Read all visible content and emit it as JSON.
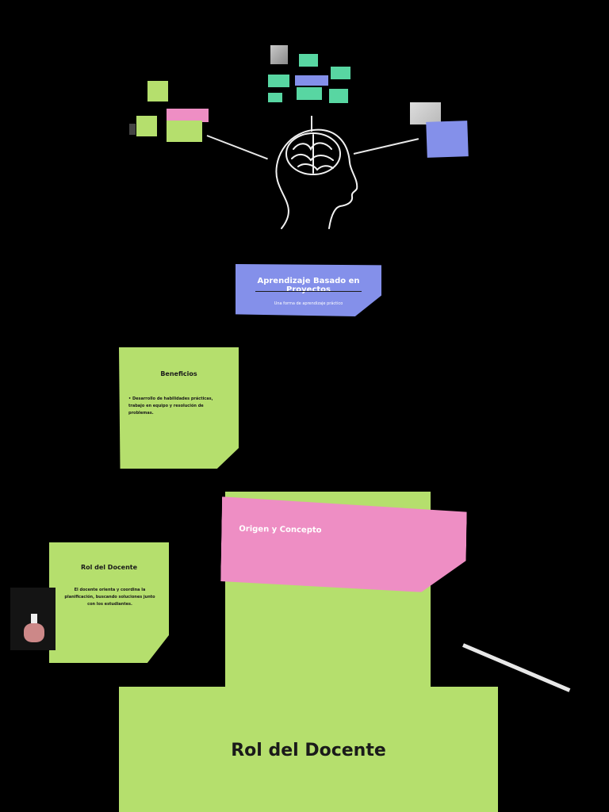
{
  "title_note": {
    "title": "Aprendizaje Basado en Proyectos",
    "subtitle": "Una forma de aprendizaje práctico"
  },
  "beneficios": {
    "title": "Beneficios",
    "bullet": "Desarrollo de habilidades prácticas, trabajo en equipo y resolución de problemas."
  },
  "origen": {
    "title": "Origen y Concepto"
  },
  "rol_small": {
    "title": "Rol del Docente",
    "body": "El docente orienta y coordina la planificación, buscando soluciones junto con los estudiantes."
  },
  "rol_large": {
    "title": "Rol del Docente"
  },
  "colors": {
    "background": "#000000",
    "green": "#b5df6d",
    "pink": "#ee8ec4",
    "blue": "#8490ea",
    "teal": "#58d6a2"
  }
}
